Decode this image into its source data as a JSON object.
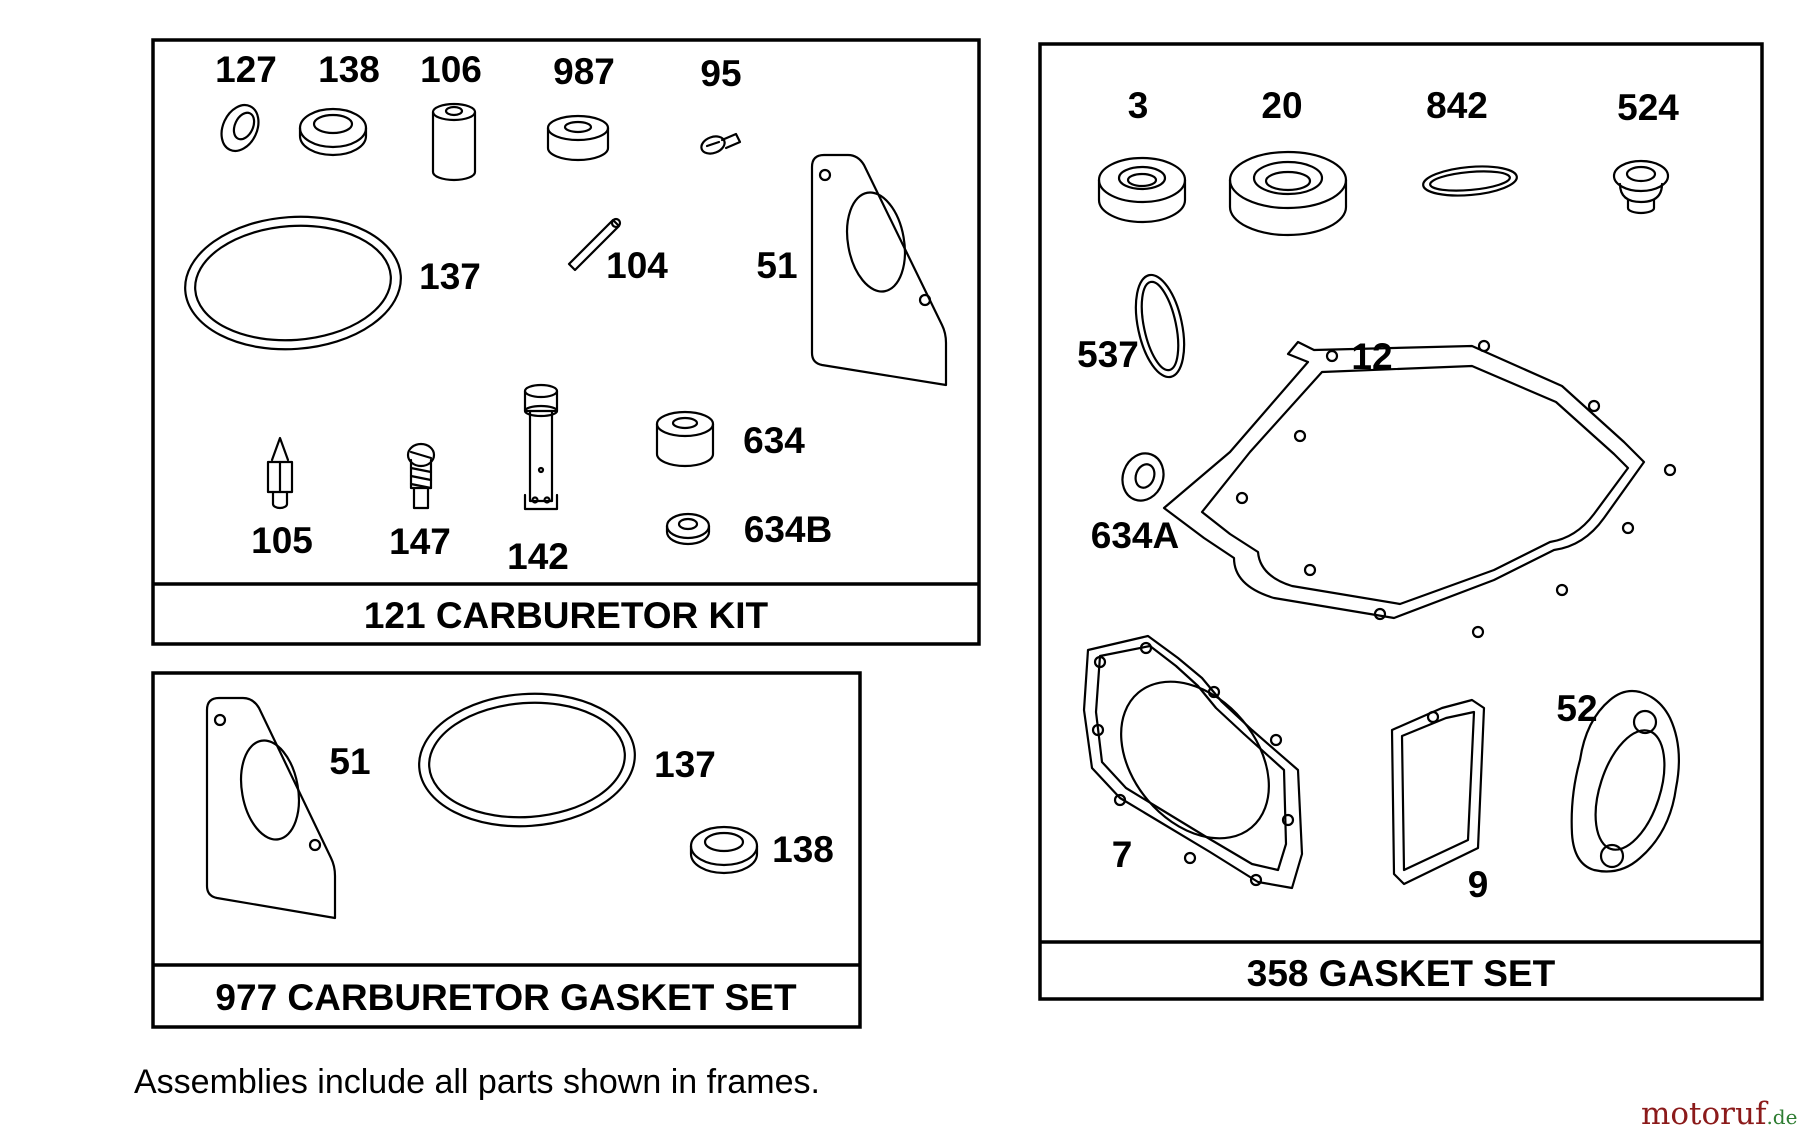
{
  "frames": {
    "carburetor_kit": {
      "title": "121 CARBURETOR KIT",
      "labels": {
        "p127": "127",
        "p138": "138",
        "p106": "106",
        "p987": "987",
        "p95": "95",
        "p137": "137",
        "p104": "104",
        "p51": "51",
        "p105": "105",
        "p147": "147",
        "p142": "142",
        "p634": "634",
        "p634b": "634B"
      }
    },
    "carburetor_gasket_set": {
      "title": "977 CARBURETOR GASKET SET",
      "labels": {
        "p51": "51",
        "p137": "137",
        "p138": "138"
      }
    },
    "gasket_set": {
      "title": "358 GASKET SET",
      "labels": {
        "p3": "3",
        "p20": "20",
        "p842": "842",
        "p524": "524",
        "p537": "537",
        "p12": "12",
        "p634a": "634A",
        "p7": "7",
        "p9": "9",
        "p52": "52"
      }
    }
  },
  "note": "Assemblies include all parts shown in frames.",
  "watermark": {
    "brand": "motoruf",
    "tld": ".de",
    "color_a": "#8B1A1A",
    "color_b": "#2E7D32"
  }
}
